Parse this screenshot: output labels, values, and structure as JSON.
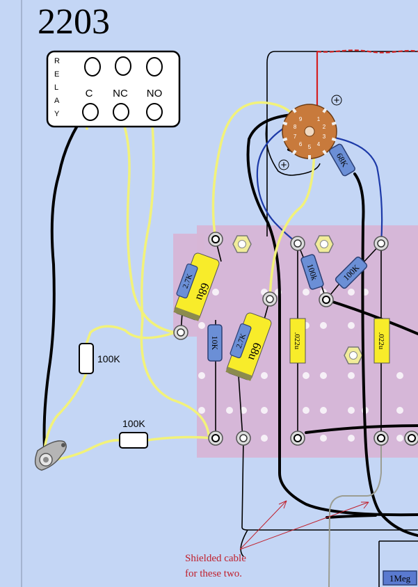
{
  "title": "2203",
  "relay": {
    "side_letters": [
      "R",
      "E",
      "L",
      "A",
      "Y"
    ],
    "terminals": [
      "C",
      "NC",
      "NO"
    ]
  },
  "components": {
    "r_100k_left": "100K",
    "r_100k_bottom": "100K",
    "r_2_7k_a": "2.7K",
    "c_68u_a": "68u",
    "r_10k": "10K",
    "r_2_7k_b": "2.7K",
    "c_68u_b": "68u",
    "r_100k_diag_a": "100k",
    "r_100k_diag_b": "100K",
    "c_022u_a": ".022u",
    "c_022u_b": ".022u",
    "r_68k": "68K",
    "r_1meg": "1Meg"
  },
  "annotation": {
    "line1": "Shielded cable",
    "line2": "for these two."
  },
  "tube_pins": [
    "1",
    "2",
    "3",
    "4",
    "5",
    "6",
    "7",
    "8",
    "9"
  ],
  "polarity_mark": "+",
  "colors": {
    "background": "#c4d6f5",
    "board": "#d7b5d6",
    "yellow_wire": "#f2f27a",
    "red_wire": "#d42020",
    "blue_wire": "#1d3aa8",
    "resistor_blue": "#6b8fd6",
    "capacitor_yellow": "#f8ec2a",
    "tube_socket": "#c87a3c",
    "annotation_red": "#c0202c"
  }
}
